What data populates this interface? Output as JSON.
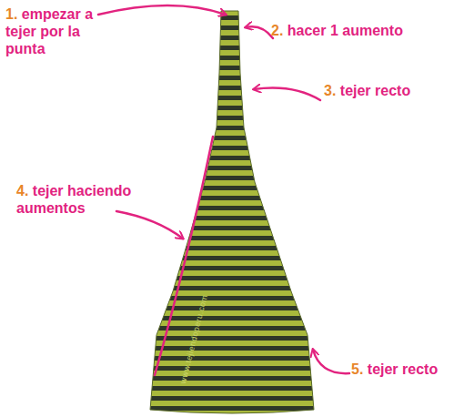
{
  "diagram": {
    "labels": [
      "1.",
      "empezar a tejer por la punta",
      "2.",
      "hacer 1 aumento",
      "3.",
      "tejer recto",
      "4.",
      "tejer haciendo aumentos",
      "5.",
      "tejer recto",
      "www.tejiendoperu.com"
    ]
  }
}
